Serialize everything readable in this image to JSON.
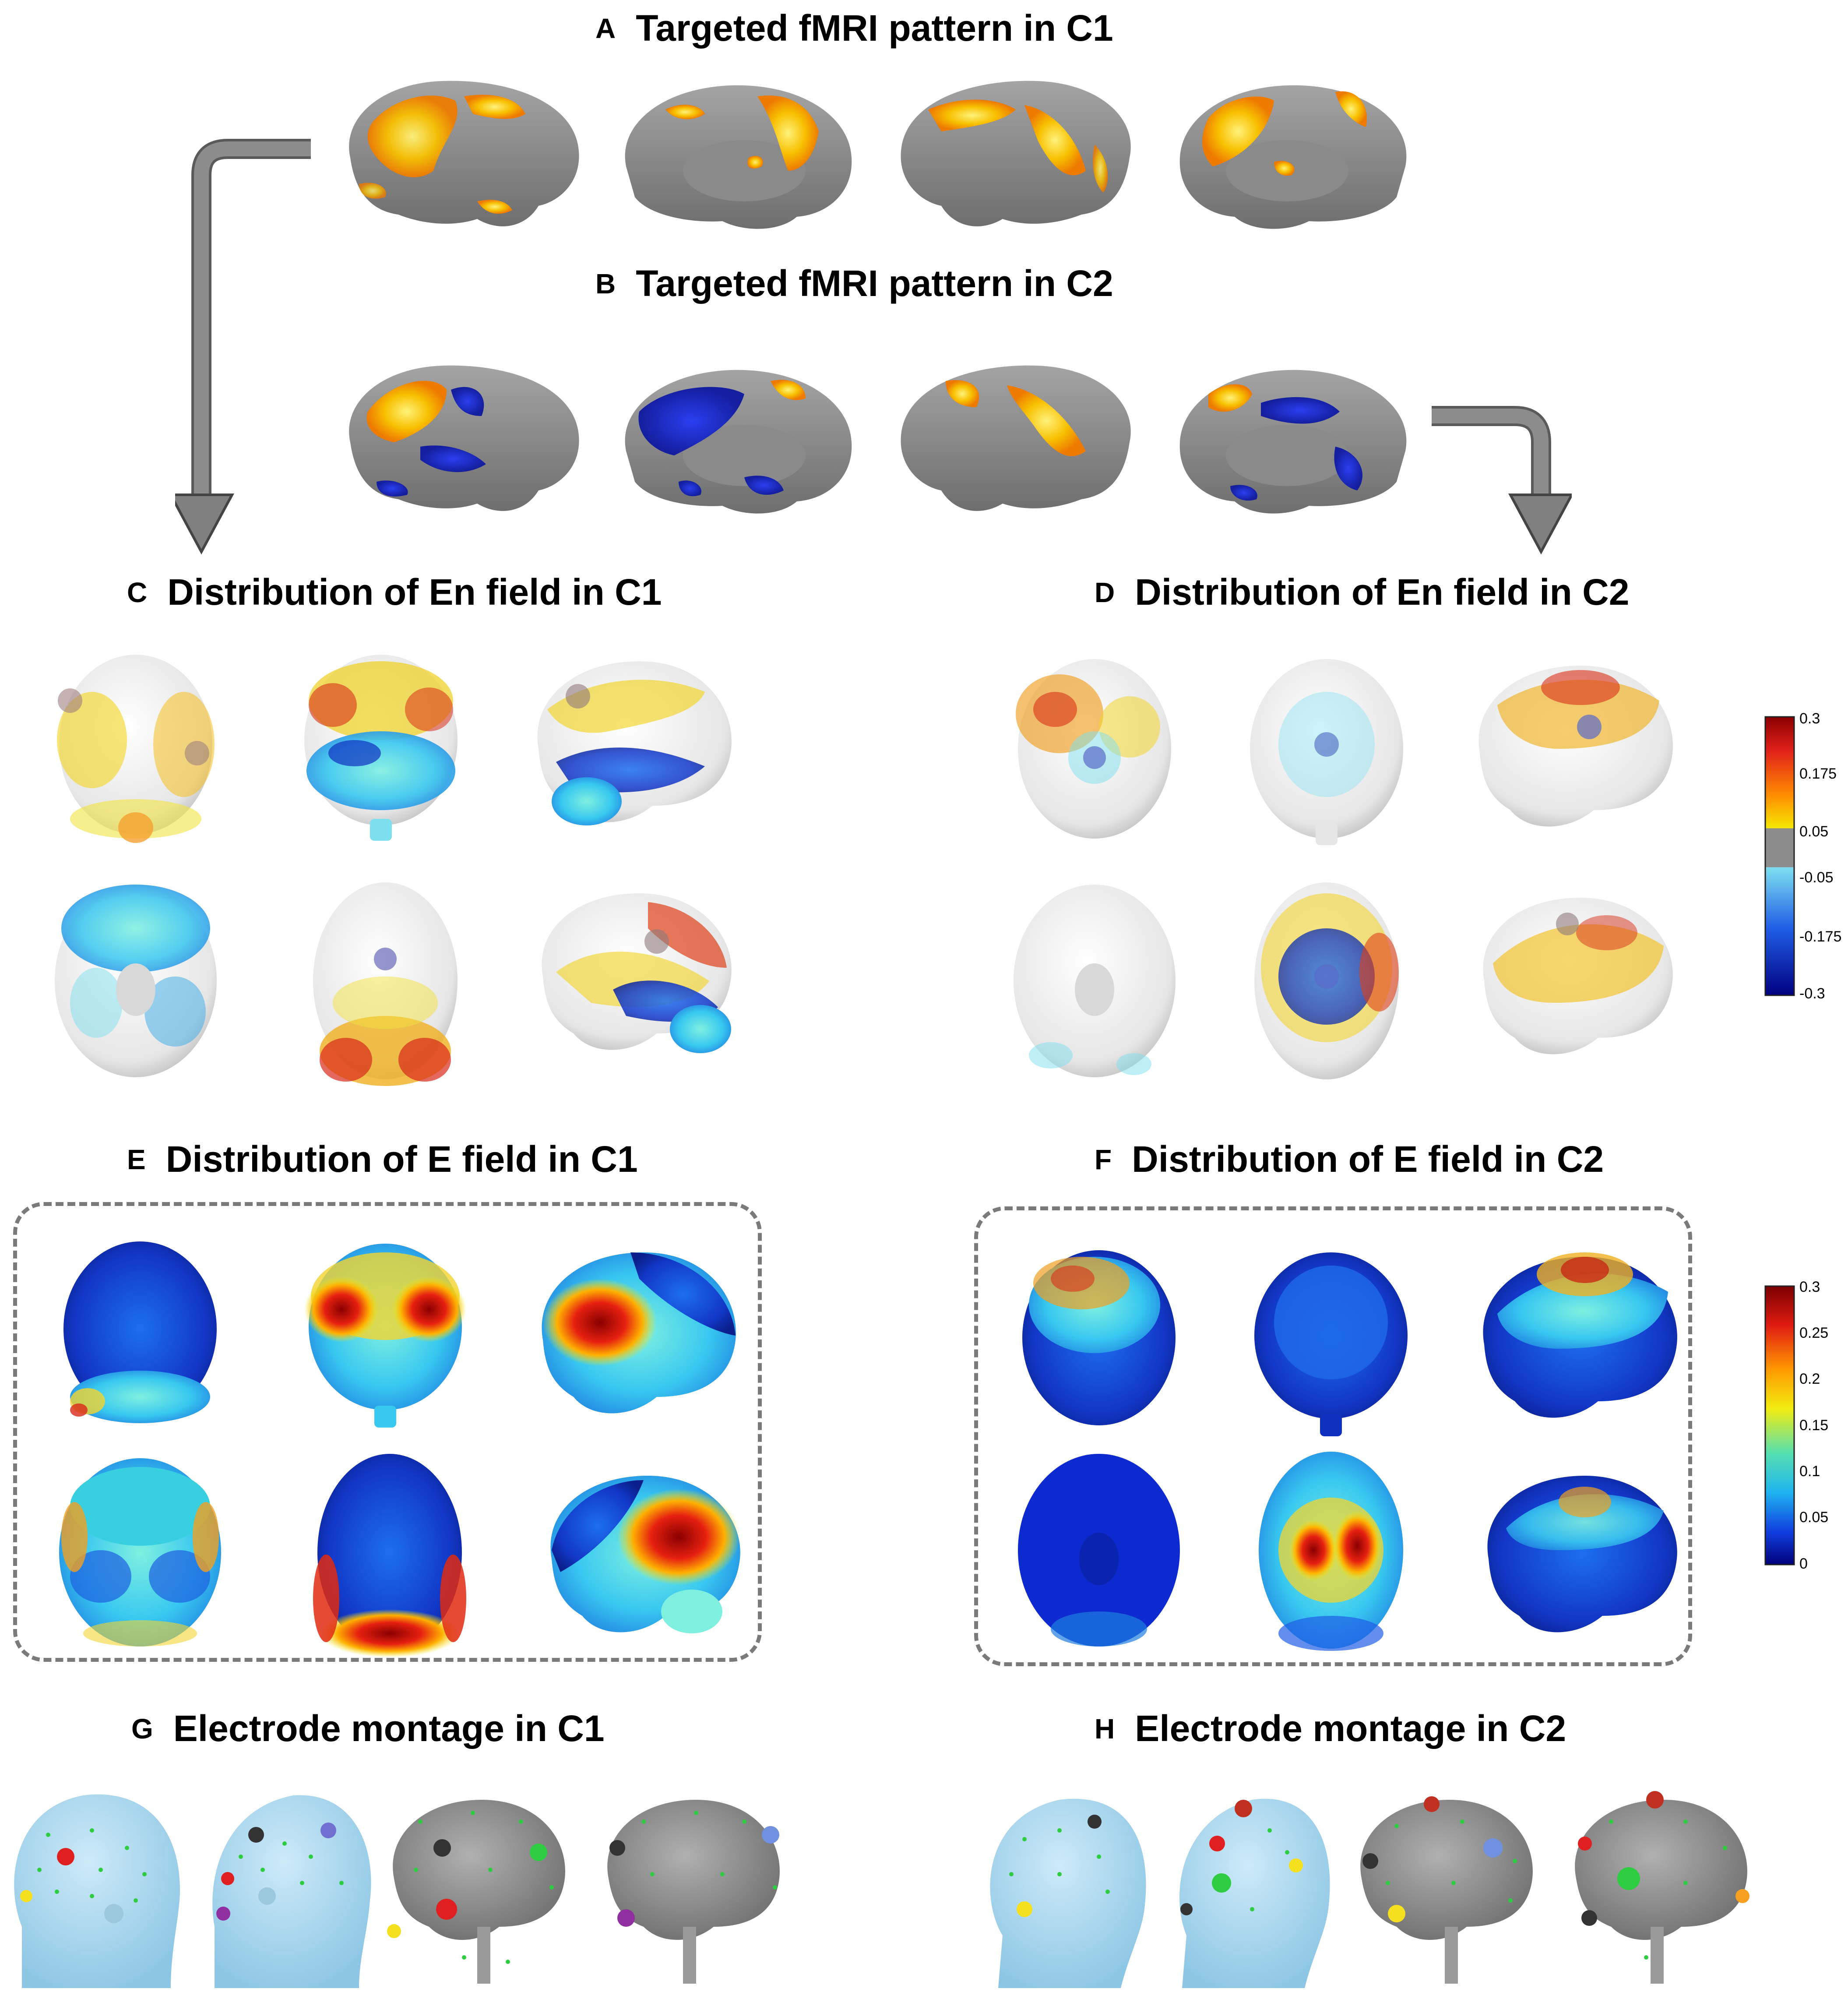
{
  "panels": {
    "A": {
      "letter": "A",
      "title": "Targeted fMRI pattern in C1"
    },
    "B": {
      "letter": "B",
      "title": "Targeted fMRI pattern in C2"
    },
    "C": {
      "letter": "C",
      "title": "Distribution of En field in C1"
    },
    "D": {
      "letter": "D",
      "title": "Distribution of En field in C2"
    },
    "E": {
      "letter": "E",
      "title": "Distribution of E field in C1"
    },
    "F": {
      "letter": "F",
      "title": "Distribution of E field in C2"
    },
    "G": {
      "letter": "G",
      "title": "Electrode montage in C1"
    },
    "H": {
      "letter": "H",
      "title": "Electrode montage in C2"
    }
  },
  "colorbar_en": {
    "ticks": [
      "0.3",
      "0.175",
      "0.05",
      "-0.05",
      "-0.175",
      "-0.3"
    ],
    "colors": [
      "#8b0000",
      "#e0201a",
      "#ff8c00",
      "#f5e800",
      "#8c8c8c",
      "#7ee0ef",
      "#1f5ee6",
      "#000080"
    ]
  },
  "colorbar_e": {
    "ticks": [
      "0.3",
      "0.25",
      "0.2",
      "0.15",
      "0.1",
      "0.05",
      "0"
    ],
    "colors": [
      "#7a0000",
      "#e01b12",
      "#ff9a00",
      "#f2ec10",
      "#55e0b0",
      "#1fb4f0",
      "#1040e0",
      "#00007a"
    ]
  },
  "colors": {
    "cortex": "#8e8e8e",
    "activation_warm": "#f5a400",
    "activation_cool": "#1a2fd0",
    "arrow": "#808080",
    "scalp": "#a9d8ef"
  }
}
